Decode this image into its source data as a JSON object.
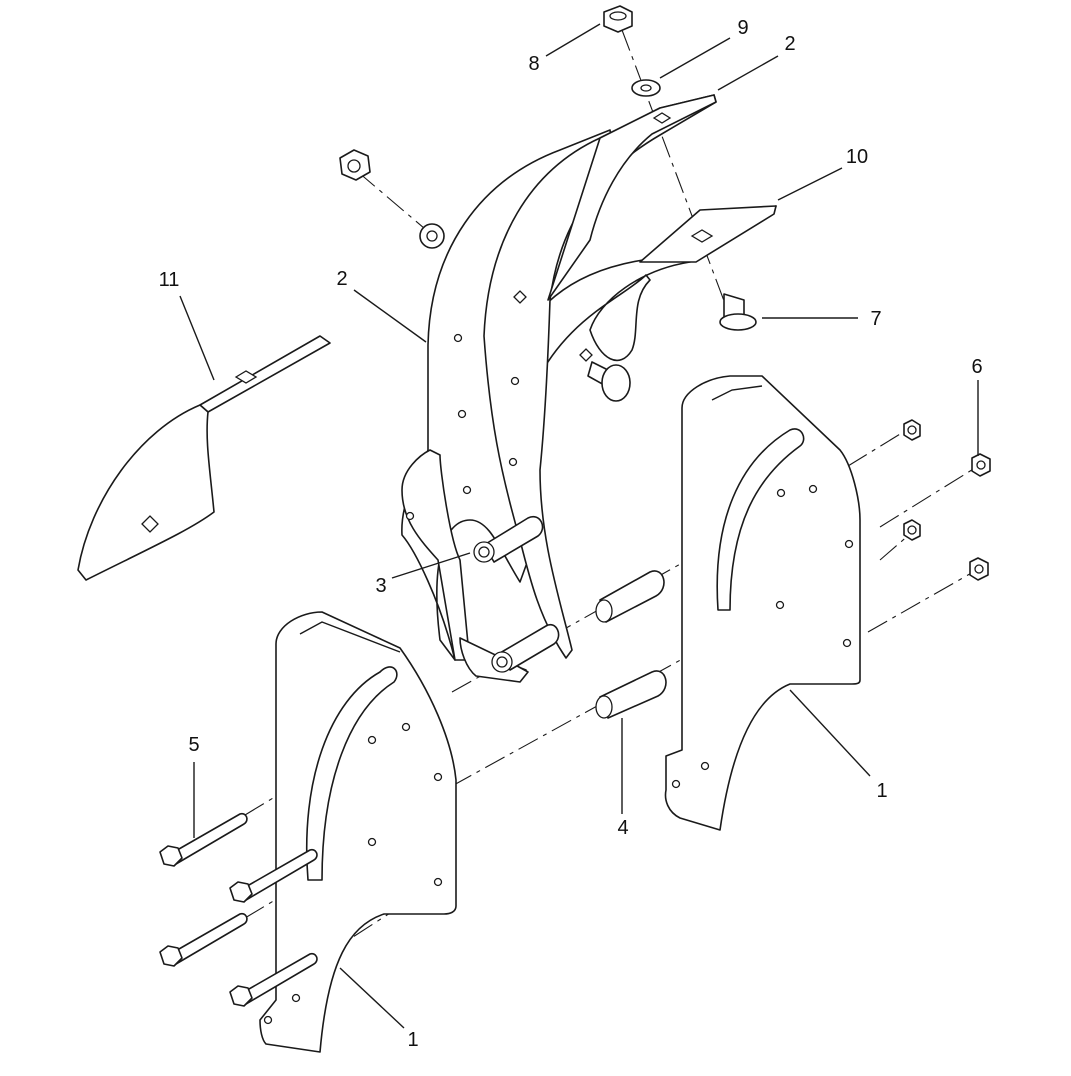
{
  "callouts": [
    {
      "id": "c8",
      "text": "8"
    },
    {
      "id": "c9",
      "text": "9"
    },
    {
      "id": "c2a",
      "text": "2"
    },
    {
      "id": "c10",
      "text": "10"
    },
    {
      "id": "c11",
      "text": "11"
    },
    {
      "id": "c2b",
      "text": "2"
    },
    {
      "id": "c7",
      "text": "7"
    },
    {
      "id": "c6",
      "text": "6"
    },
    {
      "id": "c3",
      "text": "3"
    },
    {
      "id": "c5",
      "text": "5"
    },
    {
      "id": "c4",
      "text": "4"
    },
    {
      "id": "c1a",
      "text": "1"
    },
    {
      "id": "c1b",
      "text": "1"
    }
  ]
}
